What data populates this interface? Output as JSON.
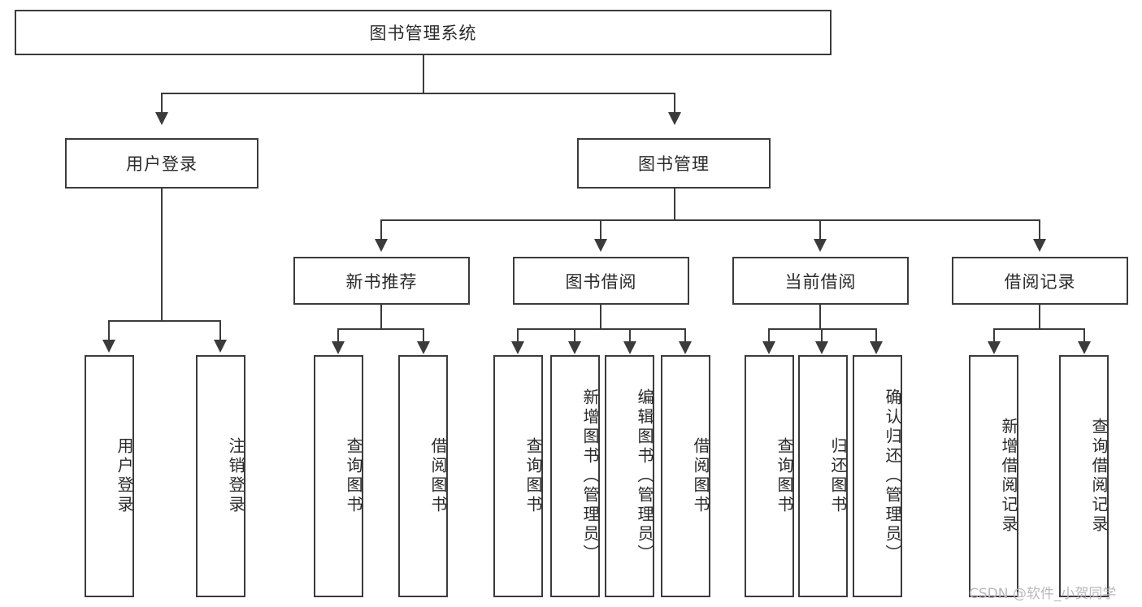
{
  "diagram": {
    "type": "tree-hierarchy",
    "title": "图书管理系统",
    "root": {
      "label": "图书管理系统"
    },
    "level2": [
      {
        "id": "user-login",
        "label": "用户登录"
      },
      {
        "id": "book-manage",
        "label": "图书管理"
      }
    ],
    "level3": [
      {
        "id": "new-book-recommend",
        "label": "新书推荐"
      },
      {
        "id": "book-borrow",
        "label": "图书借阅"
      },
      {
        "id": "current-borrow",
        "label": "当前借阅"
      },
      {
        "id": "borrow-record",
        "label": "借阅记录"
      }
    ],
    "leaves": {
      "user_login": [
        {
          "id": "leaf-user-login",
          "label": "用户登录"
        },
        {
          "id": "leaf-logout",
          "label": "注销登录"
        }
      ],
      "new_book_recommend": [
        {
          "id": "leaf-query-book-1",
          "label": "查询图书"
        },
        {
          "id": "leaf-borrow-book-1",
          "label": "借阅图书"
        }
      ],
      "book_borrow": [
        {
          "id": "leaf-query-book-2",
          "label": "查询图书"
        },
        {
          "id": "leaf-add-book",
          "label": "新增图书（管理员）"
        },
        {
          "id": "leaf-edit-book",
          "label": "编辑图书（管理员）"
        },
        {
          "id": "leaf-borrow-book-2",
          "label": "借阅图书"
        }
      ],
      "current_borrow": [
        {
          "id": "leaf-query-book-3",
          "label": "查询图书"
        },
        {
          "id": "leaf-return-book",
          "label": "归还图书"
        },
        {
          "id": "leaf-confirm-return",
          "label": "确认归还（管理员）"
        }
      ],
      "borrow_record": [
        {
          "id": "leaf-add-record",
          "label": "新增借阅记录"
        },
        {
          "id": "leaf-query-record",
          "label": "查询借阅记录"
        }
      ]
    }
  },
  "watermark": {
    "text": "CSDN @软件_小贺同学"
  },
  "colors": {
    "stroke": "#3b3b3b",
    "fill": "#ffffff",
    "text": "#2a2a2a",
    "watermark": "#b9b9b9"
  }
}
